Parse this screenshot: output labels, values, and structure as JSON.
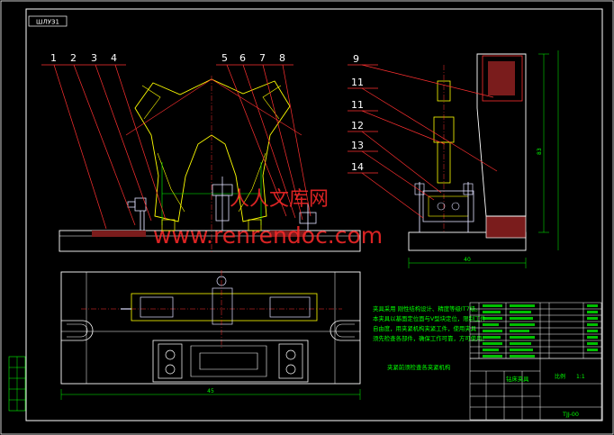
{
  "drawing": {
    "title_tag": "ШЛУЗ1",
    "part_numbers_left": [
      "1",
      "2",
      "3",
      "4",
      "5",
      "6",
      "7",
      "8"
    ],
    "part_numbers_right": [
      "9",
      "11",
      "11",
      "12",
      "13",
      "14"
    ],
    "tech_notes": [
      "夹具采用 刚性结构设计、精度等级IT7级。",
      "本夹具以基面定位面与V型块定位，限制工件",
      "自由度，用夹紧机构夹紧工件，使用夹具",
      "须先检查各部件，确保工作可靠，方可使用。"
    ],
    "tech_note_bottom": "夹紧前须检查各夹紧机构",
    "dimension_labels": {
      "overall_length": "45",
      "right_height": "83",
      "right_width": "40"
    },
    "title_block": {
      "drawing_name": "钻床夹具",
      "scale_label": "比例",
      "scale_value": "1:1",
      "drawing_code": "TJJ-00"
    },
    "watermark": {
      "cn": "人人文库网",
      "url": "www.renrendoc.com"
    }
  },
  "colors": {
    "frame": "#ffffff",
    "part": "#00ff00",
    "outline": "#ffff00",
    "leader": "#ff3030",
    "axis": "#ff3030",
    "hatch": "#c03030",
    "bolt": "#e0e0ff",
    "accent": "#00ffff",
    "watermark": "#ff2a2a"
  }
}
